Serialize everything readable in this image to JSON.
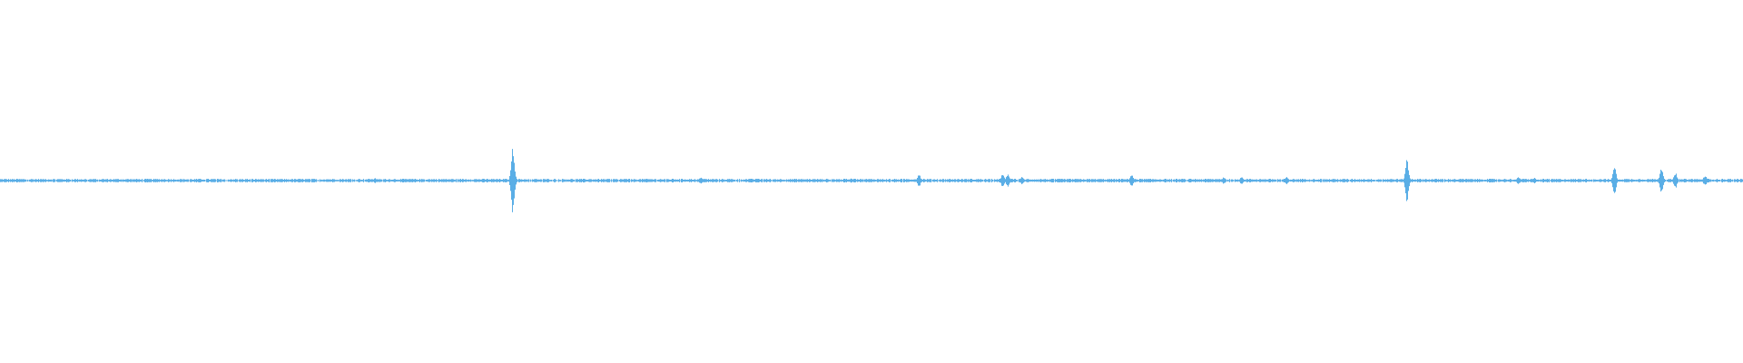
{
  "waveform": {
    "color": "#5aaee6",
    "background": "#ffffff",
    "peaks": [
      {
        "pos": 0.294,
        "amp": 0.98
      },
      {
        "pos": 0.807,
        "amp": 0.6
      },
      {
        "pos": 0.926,
        "amp": 0.42
      },
      {
        "pos": 0.953,
        "amp": 0.36
      },
      {
        "pos": 0.527,
        "amp": 0.17
      },
      {
        "pos": 0.649,
        "amp": 0.17
      },
      {
        "pos": 0.402,
        "amp": 0.1
      },
      {
        "pos": 0.961,
        "amp": 0.22
      },
      {
        "pos": 0.978,
        "amp": 0.14
      },
      {
        "pos": 0.575,
        "amp": 0.17
      },
      {
        "pos": 0.578,
        "amp": 0.17
      },
      {
        "pos": 0.586,
        "amp": 0.1
      },
      {
        "pos": 0.712,
        "amp": 0.1
      },
      {
        "pos": 0.702,
        "amp": 0.1
      },
      {
        "pos": 0.215,
        "amp": 0.07
      },
      {
        "pos": 0.738,
        "amp": 0.1
      },
      {
        "pos": 0.871,
        "amp": 0.1
      },
      {
        "pos": 0.88,
        "amp": 0.08
      },
      {
        "pos": 0.488,
        "amp": 0.06
      },
      {
        "pos": 0.434,
        "amp": 0.06
      }
    ]
  }
}
